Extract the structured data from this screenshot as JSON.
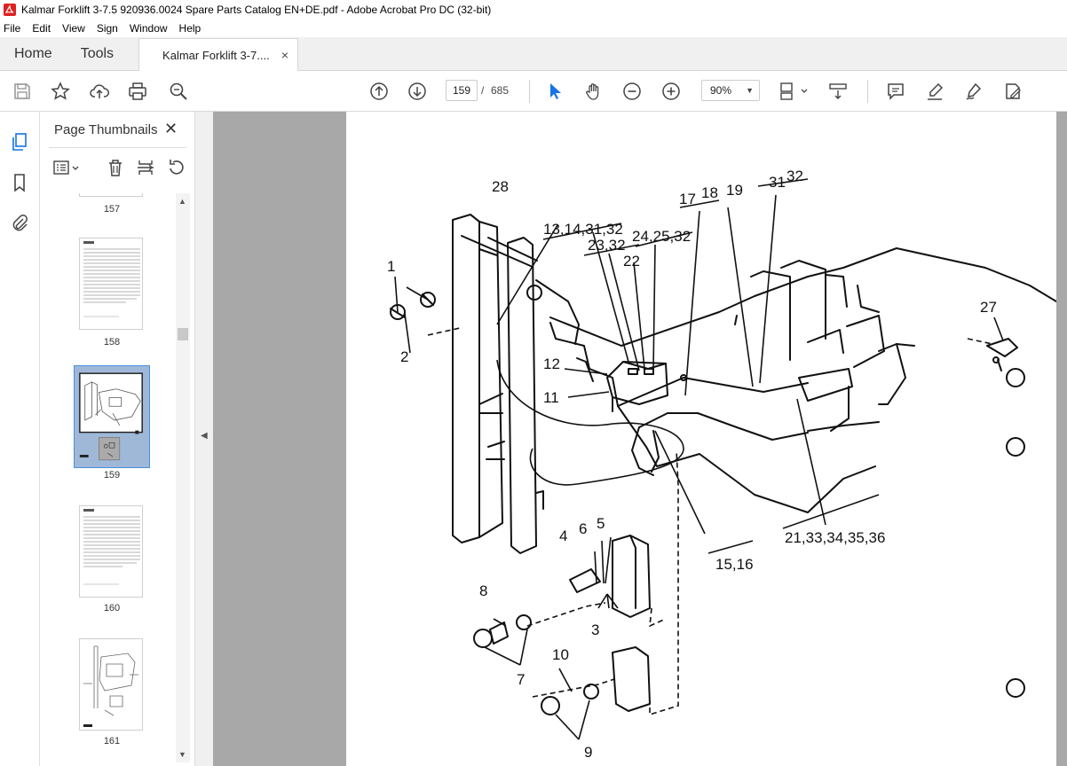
{
  "window": {
    "title": "Kalmar Forklift 3-7.5 920936.0024 Spare Parts Catalog EN+DE.pdf - Adobe Acrobat Pro DC (32-bit)"
  },
  "menu": [
    "File",
    "Edit",
    "View",
    "Sign",
    "Window",
    "Help"
  ],
  "tabs": {
    "home": "Home",
    "tools": "Tools",
    "document": "Kalmar Forklift 3-7....",
    "close": "×"
  },
  "toolbar": {
    "current_page": "159",
    "separator": "/",
    "total_pages": "685",
    "zoom": "90%"
  },
  "panel": {
    "title": "Page Thumbnails",
    "close": "✕",
    "thumbnails": [
      {
        "label": "157"
      },
      {
        "label": "158"
      },
      {
        "label": "159",
        "selected": true
      },
      {
        "label": "160"
      },
      {
        "label": "161"
      }
    ]
  },
  "diagram": {
    "callouts": [
      "1",
      "2",
      "3",
      "4",
      "5",
      "6",
      "7",
      "8",
      "9",
      "10",
      "11",
      "12",
      "13,14,31,32",
      "15,16",
      "17",
      "18",
      "19",
      "21,33,34,35,36",
      "22",
      "23,32",
      "24,25,32",
      "27",
      "28",
      "31",
      "32"
    ]
  },
  "colors": {
    "accent": "#1473e6",
    "selected_thumb": "#9fb8d8",
    "viewport_bg": "#a8a8a8"
  }
}
